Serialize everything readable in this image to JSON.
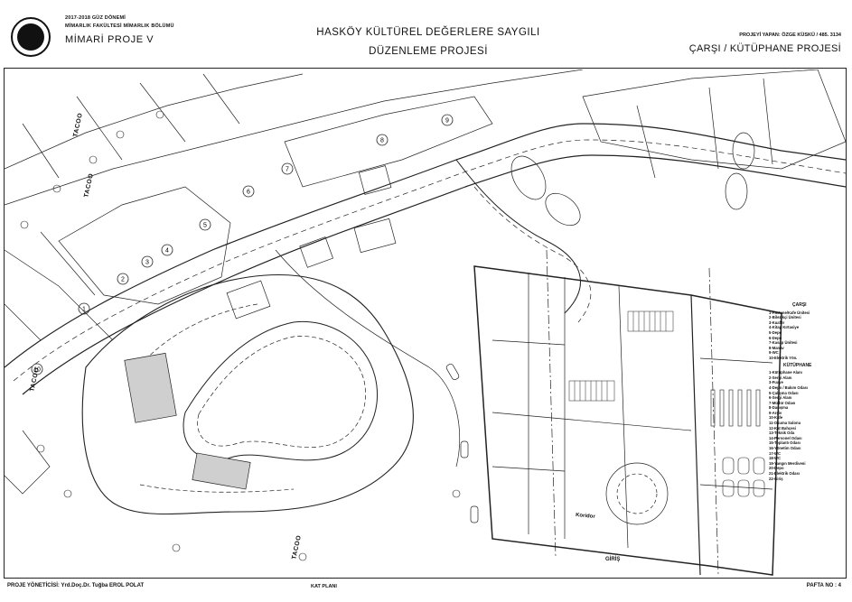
{
  "header": {
    "institution_line1": "2017-2018 GÜZ DÖNEMİ",
    "institution_line2": "MİMARLIK FAKÜLTESİ MİMARLIK BÖLÜMÜ",
    "course": "MİMARİ PROJE V",
    "title_line1": "HASKÖY KÜLTÜREL DEĞERLERE SAYGILI",
    "title_line2": "DÜZENLEME PROJESİ",
    "student": "PROJEYİ YAPAN: ÖZGE KÜSKÜ / 485. 3134",
    "sheet_title": "ÇARŞI / KÜTÜPHANE PROJESİ"
  },
  "footer": {
    "advisor": "PROJE YÖNETİCİSİ: Yrd.Doç.Dr. Tuğba EROL POLAT",
    "drawing_name": "KAT PLANI",
    "sheet_number": "PAFTA NO : 4"
  },
  "plan": {
    "road_label_1": "TACOO",
    "road_label_2": "TACOO",
    "road_label_3": "TACOO",
    "road_label_4": "TACOO",
    "entrance_label": "GİRİŞ",
    "corridor_label": "Koridor",
    "circle_numbers": [
      "1",
      "2",
      "3",
      "4",
      "5",
      "6",
      "7",
      "8",
      "9",
      "10"
    ]
  },
  "legend": {
    "title": "ÇARŞI",
    "items": [
      "1-Pastane/Kafe Ünitesi",
      "2-Bilezikçi Ünitesi",
      "3-Kuaför",
      "4-Kitap Kırtasiye",
      "5-Depo",
      "6-Depo",
      "7-Kasap Ünitesi",
      "8-Manav",
      "9-WC",
      "10-Elektrik Yön."
    ],
    "subtitle": "KÜTÜPHANE",
    "items2": [
      "1-Kütüphane Alanı",
      "2-Sergi Alanı",
      "3-Fuaye",
      "4-Depo / Bakım Odası",
      "5-Çalışma Odası",
      "6-Sergi Alanı",
      "7-Müdür Odası",
      "8-Danışma",
      "9-Arşiv",
      "10-Kafe",
      "11-Okuma Salonu",
      "12-Kat Bahçesi",
      "13-Teknik Oda",
      "14-Personel Odası",
      "15-Toplantı Odası",
      "16-Yönetim Odası",
      "17-WC",
      "18-WC",
      "19-Yangın Merdiveni",
      "20-Depo",
      "21-Elektrik Odası",
      "22-Giriş"
    ]
  }
}
